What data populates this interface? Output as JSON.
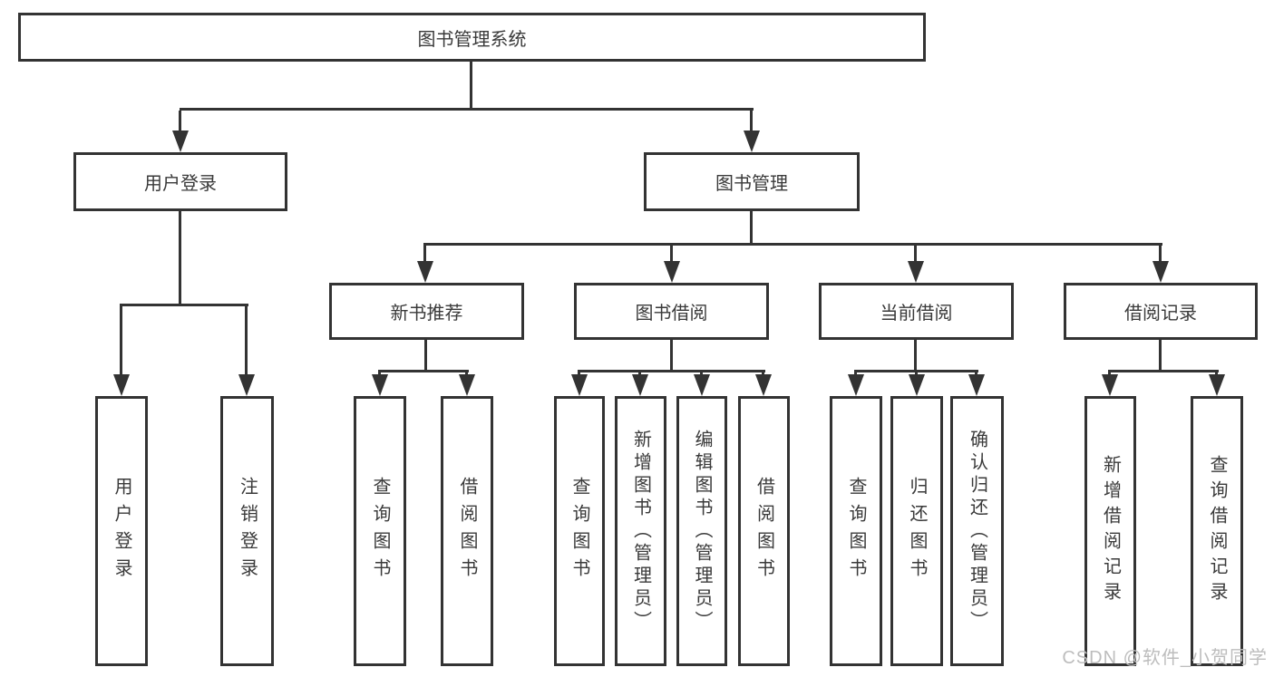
{
  "tree": {
    "root": {
      "label": "图书管理系统",
      "children": [
        {
          "label": "用户登录",
          "children": [
            {
              "label": "用户登录"
            },
            {
              "label": "注销登录"
            }
          ]
        },
        {
          "label": "图书管理",
          "children": [
            {
              "label": "新书推荐",
              "children": [
                {
                  "label": "查询图书"
                },
                {
                  "label": "借阅图书"
                }
              ]
            },
            {
              "label": "图书借阅",
              "children": [
                {
                  "label": "查询图书"
                },
                {
                  "label": "新增图书（管理员）"
                },
                {
                  "label": "编辑图书（管理员）"
                },
                {
                  "label": "借阅图书"
                }
              ]
            },
            {
              "label": "当前借阅",
              "children": [
                {
                  "label": "查询图书"
                },
                {
                  "label": "归还图书"
                },
                {
                  "label": "确认归还（管理员）"
                }
              ]
            },
            {
              "label": "借阅记录",
              "children": [
                {
                  "label": "新增借阅记录"
                },
                {
                  "label": "查询借阅记录"
                }
              ]
            }
          ]
        }
      ]
    }
  },
  "watermark": {
    "text": "CSDN @软件_小贺同学"
  },
  "colors": {
    "line": "#333333",
    "text": "#3a3a3a",
    "box_fill": "#ffffff",
    "background": "#ffffff",
    "watermark": "#bdbdbd"
  }
}
